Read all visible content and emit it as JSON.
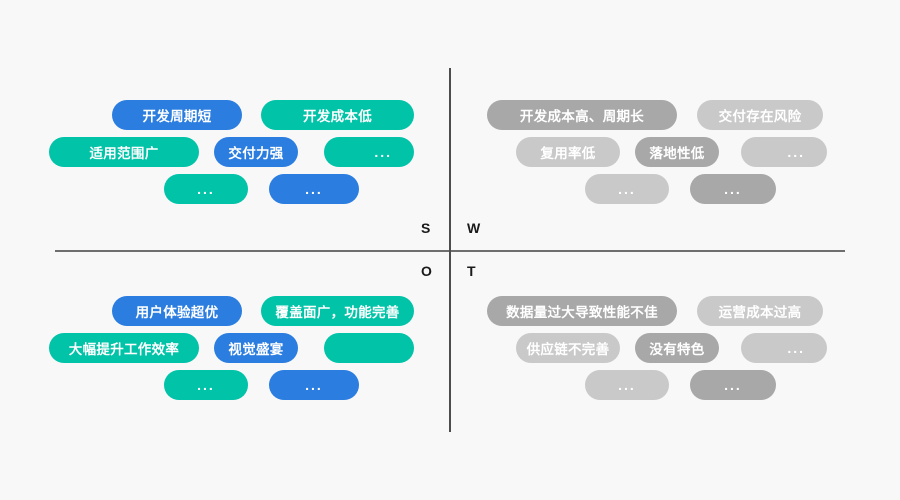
{
  "diagram": {
    "type": "swot-matrix",
    "background_color": "#f8f8f9",
    "axis_color": "#6e6e6e",
    "colors": {
      "blue": "#2b7de0",
      "teal": "#00c3a8",
      "gray_dark": "#a8a8a8",
      "gray_light": "#c9c9c9"
    },
    "quadrant_labels": {
      "s": "S",
      "w": "W",
      "o": "O",
      "t": "T"
    },
    "ellipsis": "...",
    "quadrants": {
      "strengths": {
        "letter": "S",
        "items": [
          {
            "label": "开发周期短",
            "color": "blue"
          },
          {
            "label": "开发成本低",
            "color": "teal"
          },
          {
            "label": "适用范围广",
            "color": "teal"
          },
          {
            "label": "交付力强",
            "color": "blue"
          },
          {
            "label": "...",
            "color": "teal"
          },
          {
            "label": "...",
            "color": "teal"
          },
          {
            "label": "...",
            "color": "blue"
          }
        ]
      },
      "weaknesses": {
        "letter": "W",
        "items": [
          {
            "label": "开发成本高、周期长",
            "color": "gray_dark"
          },
          {
            "label": "交付存在风险",
            "color": "gray_light"
          },
          {
            "label": "复用率低",
            "color": "gray_light"
          },
          {
            "label": "落地性低",
            "color": "gray_dark"
          },
          {
            "label": "...",
            "color": "gray_light"
          },
          {
            "label": "...",
            "color": "gray_light"
          },
          {
            "label": "...",
            "color": "gray_dark"
          }
        ]
      },
      "opportunities": {
        "letter": "O",
        "items": [
          {
            "label": "用户体验超优",
            "color": "blue"
          },
          {
            "label": "覆盖面广，功能完善",
            "color": "teal"
          },
          {
            "label": "大幅提升工作效率",
            "color": "teal"
          },
          {
            "label": "视觉盛宴",
            "color": "blue"
          },
          {
            "label": "",
            "color": "teal"
          },
          {
            "label": "...",
            "color": "teal"
          },
          {
            "label": "...",
            "color": "blue"
          }
        ]
      },
      "threats": {
        "letter": "T",
        "items": [
          {
            "label": "数据量过大导致性能不佳",
            "color": "gray_dark"
          },
          {
            "label": "运营成本过高",
            "color": "gray_light"
          },
          {
            "label": "供应链不完善",
            "color": "gray_light"
          },
          {
            "label": "没有特色",
            "color": "gray_dark"
          },
          {
            "label": "...",
            "color": "gray_light"
          },
          {
            "label": "...",
            "color": "gray_light"
          },
          {
            "label": "...",
            "color": "gray_dark"
          }
        ]
      }
    }
  }
}
